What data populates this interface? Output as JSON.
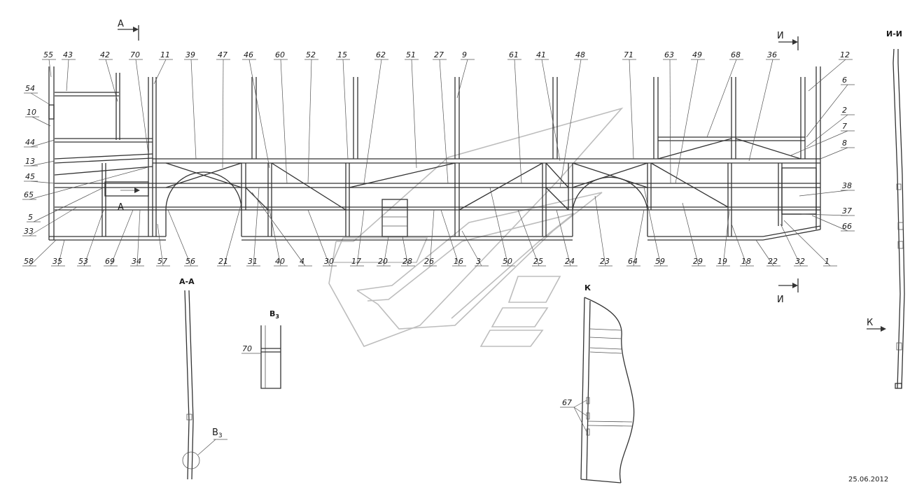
{
  "colors": {
    "line": "#333333",
    "text": "#1a1a1a",
    "watermark": "#bdbdbd",
    "background": "#ffffff"
  },
  "sections": {
    "a_top": "А",
    "a_mid": "А",
    "i_top": "И",
    "i_bottom": "И",
    "ii_title": "И-И",
    "aa_title": "А-А",
    "v3_detail": "В",
    "v3_sub": "3",
    "v3_callout": "В",
    "v3_callout_sub": "3",
    "k_title": "К",
    "k_arrow": "К"
  },
  "date": "25.06.2012",
  "labels_top": [
    "55",
    "43",
    "42",
    "70",
    "11",
    "39",
    "47",
    "46",
    "60",
    "52",
    "15",
    "62",
    "51",
    "27",
    "9",
    "61",
    "41",
    "48",
    "71",
    "63",
    "49",
    "68",
    "36",
    "12"
  ],
  "labels_left": [
    "54",
    "10",
    "44",
    "13",
    "45",
    "65",
    "5",
    "33"
  ],
  "labels_right": [
    "6",
    "2",
    "7",
    "8",
    "38",
    "37",
    "66"
  ],
  "labels_bottom": [
    "58",
    "35",
    "53",
    "69",
    "34",
    "57",
    "56",
    "21",
    "31",
    "40",
    "4",
    "30",
    "17",
    "20",
    "28",
    "26",
    "16",
    "3",
    "50",
    "25",
    "24",
    "23",
    "64",
    "59",
    "29",
    "19",
    "18",
    "22",
    "32",
    "1"
  ],
  "label_70_detail": "70",
  "label_67": "67"
}
